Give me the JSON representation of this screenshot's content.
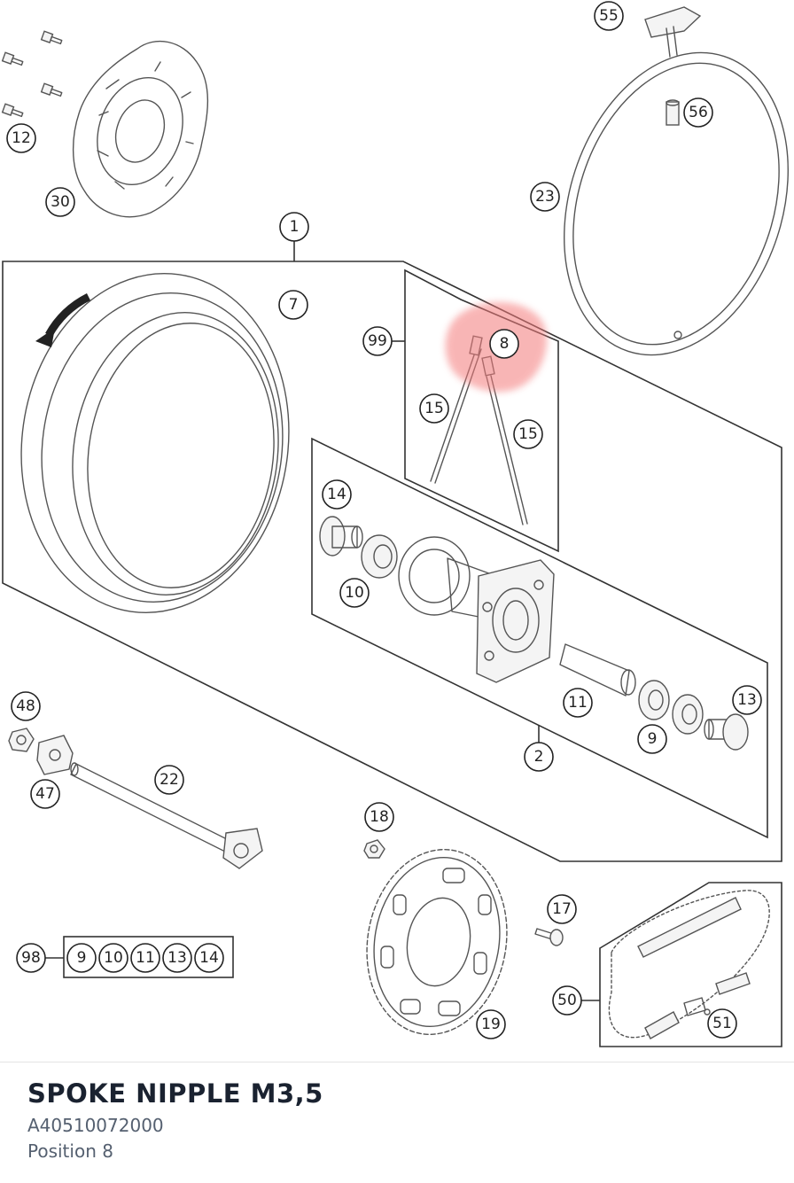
{
  "part": {
    "name": "SPOKE NIPPLE M3,5",
    "number": "A40510072000",
    "position": "Position 8"
  },
  "diagram": {
    "highlight_color": "#f47a7a",
    "callouts": [
      "55",
      "56",
      "12",
      "30",
      "23",
      "1",
      "7",
      "99",
      "8",
      "15",
      "15",
      "14",
      "10",
      "11",
      "13",
      "9",
      "2",
      "48",
      "47",
      "22",
      "18",
      "17",
      "98",
      "9",
      "10",
      "11",
      "13",
      "14",
      "50",
      "51",
      "19"
    ]
  }
}
